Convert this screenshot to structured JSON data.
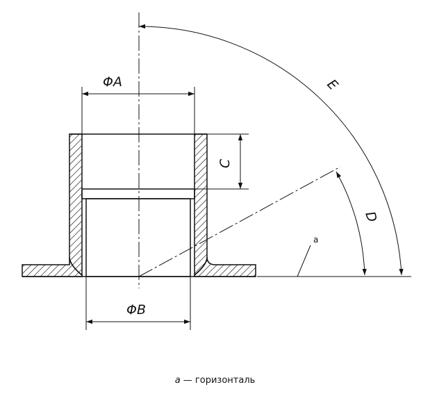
{
  "labels": {
    "dim_a": "ΦA",
    "dim_b": "ΦB",
    "dim_c": "C",
    "dim_d": "D",
    "dim_e": "E",
    "horizontal_marker": "a"
  },
  "caption": {
    "letter": "a",
    "text": " — горизонталь"
  }
}
